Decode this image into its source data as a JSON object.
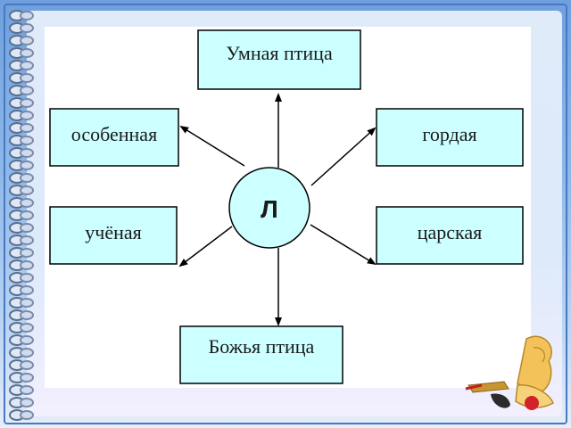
{
  "diagram": {
    "center": "Л",
    "nodes": {
      "top": "Умная птица",
      "top_left": "особенная",
      "top_right": "гордая",
      "bottom_left": "учёная",
      "bottom_right": "царская",
      "bottom": "Божья птица"
    }
  },
  "colors": {
    "box_fill": "#ccffff",
    "box_stroke": "#000000",
    "circle_fill": "#ccffff",
    "background": "#ffffff"
  }
}
